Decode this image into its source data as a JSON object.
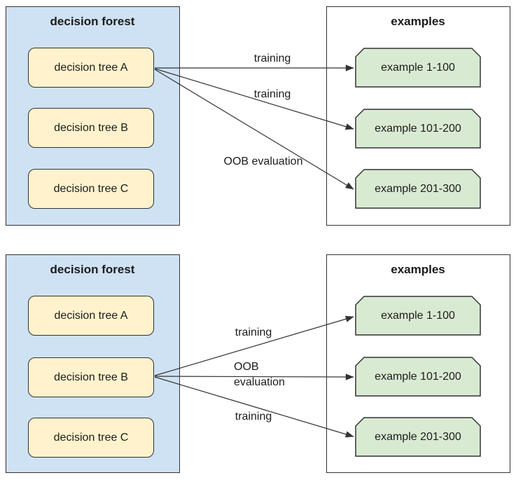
{
  "colors": {
    "forest_fill": "#cfe2f3",
    "tree_fill": "#fff2cc",
    "examples_fill": "#ffffff",
    "example_fill": "#d9ead3",
    "border": "#333333",
    "arrow": "#333333",
    "text": "#1c1c1c"
  },
  "panels": [
    {
      "forest": {
        "title": "decision forest",
        "trees": [
          "decision tree A",
          "decision tree B",
          "decision tree C"
        ]
      },
      "examples": {
        "title": "examples",
        "items": [
          "example 1-100",
          "example 101-200",
          "example 201-300"
        ]
      },
      "arrows": [
        {
          "from": "decision tree A",
          "to": "example 1-100",
          "label": "training"
        },
        {
          "from": "decision tree A",
          "to": "example 101-200",
          "label": "training"
        },
        {
          "from": "decision tree A",
          "to": "example 201-300",
          "label": "OOB evaluation"
        }
      ]
    },
    {
      "forest": {
        "title": "decision forest",
        "trees": [
          "decision tree A",
          "decision tree B",
          "decision tree C"
        ]
      },
      "examples": {
        "title": "examples",
        "items": [
          "example 1-100",
          "example 101-200",
          "example 201-300"
        ]
      },
      "arrows": [
        {
          "from": "decision tree B",
          "to": "example 1-100",
          "label": "training"
        },
        {
          "from": "decision tree B",
          "to": "example 101-200",
          "label": "OOB evaluation",
          "label_lines": [
            "OOB",
            "evaluation"
          ]
        },
        {
          "from": "decision tree B",
          "to": "example 201-300",
          "label": "training"
        }
      ]
    }
  ]
}
